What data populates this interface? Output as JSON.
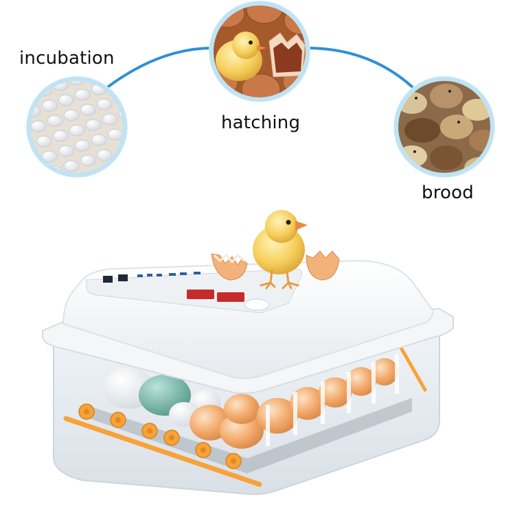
{
  "stages": {
    "incubation": "incubation",
    "hatching": "hatching",
    "brood": "brood"
  },
  "colors": {
    "ring": "#bfe3f3",
    "connector": "#2f8fd8",
    "shell_orange": "#f3b27a",
    "incubator_white": "#f5f7f9",
    "turner_orange": "#f7a23a"
  },
  "product": {
    "type": "egg incubator",
    "icons": [
      "chick-icon",
      "egg-shell-icon",
      "control-panel-icon"
    ]
  }
}
